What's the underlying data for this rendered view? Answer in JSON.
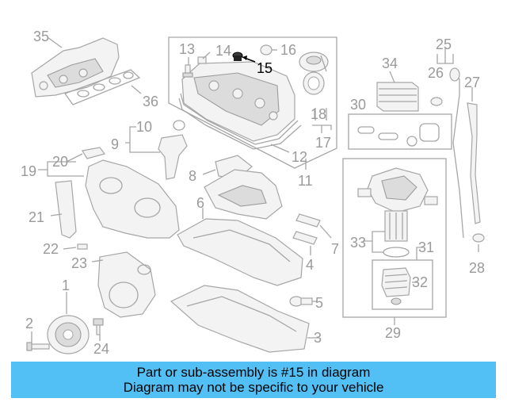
{
  "callouts": {
    "c1": "1",
    "c2": "2",
    "c3": "3",
    "c4": "4",
    "c5": "5",
    "c6": "6",
    "c7": "7",
    "c8": "8",
    "c9": "9",
    "c10": "10",
    "c11": "11",
    "c12": "12",
    "c13": "13",
    "c14": "14",
    "c15": "15",
    "c16": "16",
    "c17": "17",
    "c18": "18",
    "c19": "19",
    "c20": "20",
    "c21": "21",
    "c22": "22",
    "c23": "23",
    "c24": "24",
    "c25": "25",
    "c26": "26",
    "c27": "27",
    "c28": "28",
    "c29": "29",
    "c30": "30",
    "c31": "31",
    "c32": "32",
    "c33": "33",
    "c34": "34",
    "c35": "35",
    "c36": "36"
  },
  "highlighted_part": "15",
  "colors": {
    "banner": "#52bff5",
    "callout": "#9a9a9a",
    "highlight": "#000000"
  },
  "banner": {
    "line1": "Part or sub-assembly is #15 in diagram",
    "line2": "Diagram may not be specific to your vehicle"
  }
}
